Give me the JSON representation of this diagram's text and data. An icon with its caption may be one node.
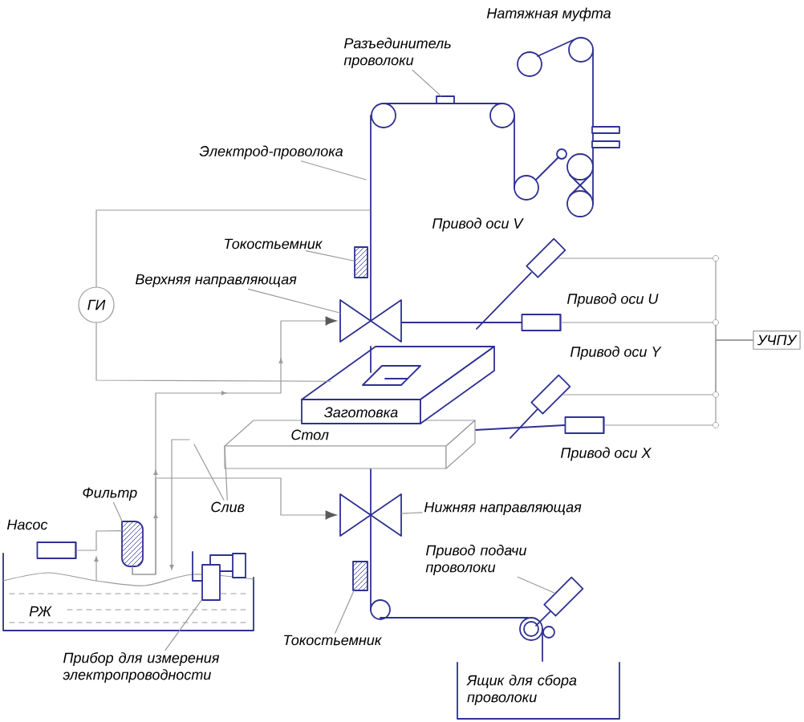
{
  "diagram": {
    "nodes": [
      {
        "text": [
          "Разъединитель проволоки"
        ]
      },
      {
        "text": [
          "Электрод-проволока"
        ]
      },
      {
        "text": [
          "Токостьемник"
        ]
      },
      {
        "text": [
          "Верхняя направляющая"
        ]
      },
      {
        "text": [
          "ГИ"
        ]
      },
      {
        "text": [],
        "shape": "cylinder",
        "beside": [
          "Привод оси V"
        ]
      },
      {
        "text": [],
        "shape": "cylinder",
        "beside": [
          "Привод оси U"
        ]
      },
      {
        "text": [],
        "shape": "cylinder",
        "beside": [
          "Привод оси Y"
        ]
      },
      {
        "text": [],
        "shape": "cylinder",
        "beside": [
          "Привод оси X"
        ]
      },
      {
        "text": [
          "УЧПУ"
        ]
      },
      {
        "text": [
          "Фильтр"
        ]
      },
      {
        "text": [
          "Слив"
        ]
      },
      {
        "text": [
          "Нижняя направляющая"
        ]
      },
      {
        "text": [
          "Привод подачи проволоки"
        ]
      },
      {
        "text": [
          "Токостьемник"
        ]
      },
      {
        "text": [
          "Прибор для измерения электропроводности"
        ]
      },
      {
        "text": [
          "Ящик для сбора проволоки"
        ]
      },
      {
        "text": [],
        "shape": "box"
      },
      {
        "text": [],
        "shape": "box"
      },
      {
        "text": [],
        "shape": "bowtie"
      },
      {
        "text": [
          "Заготовка"
        ]
      },
      {
        "text": [
          "Стол"
        ]
      },
      {
        "text": [],
        "shape": "box"
      },
      {
        "text": [],
        "shape": "bowtie"
      },
      {
        "text": [],
        "shape": "cylinder"
      },
      {
        "text": [],
        "shape": "box"
      },
      {
        "text": [],
        "shape": "box"
      },
      {
        "text": [],
        "shape": "cylinder",
        "beside": [
          "Насос"
        ]
      }
    ],
    "edges": [
      {
        "from": 0,
        "to": 17,
        "arrow": "none"
      },
      {
        "from": 1,
        "to": null,
        "arrow": "none"
      },
      {
        "from": 2,
        "to": 18,
        "arrow": "none"
      },
      {
        "from": 3,
        "to": 19,
        "arrow": "none"
      },
      {
        "from": 4,
        "to": null,
        "arrow": "none"
      },
      {
        "from": 4,
        "to": 20,
        "arrow": "none"
      },
      {
        "from": 9,
        "to": 5,
        "arrow": "none"
      },
      {
        "from": 9,
        "to": 6,
        "arrow": "none"
      },
      {
        "from": 9,
        "to": 7,
        "arrow": "none"
      },
      {
        "from": 9,
        "to": 8,
        "arrow": "none"
      },
      {
        "from": 10,
        "to": 22,
        "arrow": "none"
      },
      {
        "from": 11,
        "to": null,
        "arrow": "none"
      },
      {
        "from": 11,
        "to": 21,
        "arrow": "none"
      },
      {
        "from": 12,
        "to": 23,
        "arrow": "none"
      },
      {
        "from": 13,
        "to": 24,
        "arrow": "none"
      },
      {
        "from": 14,
        "to": 25,
        "arrow": "none"
      },
      {
        "from": 15,
        "to": 26,
        "arrow": "none"
      },
      {
        "from": 22,
        "to": 19,
        "arrow": "to"
      },
      {
        "from": 22,
        "to": 23,
        "arrow": "to"
      },
      {
        "from": 27,
        "to": 22,
        "arrow": "none"
      }
    ],
    "labels": [
      "Натяжная муфта",
      "РЖ"
    ]
  }
}
